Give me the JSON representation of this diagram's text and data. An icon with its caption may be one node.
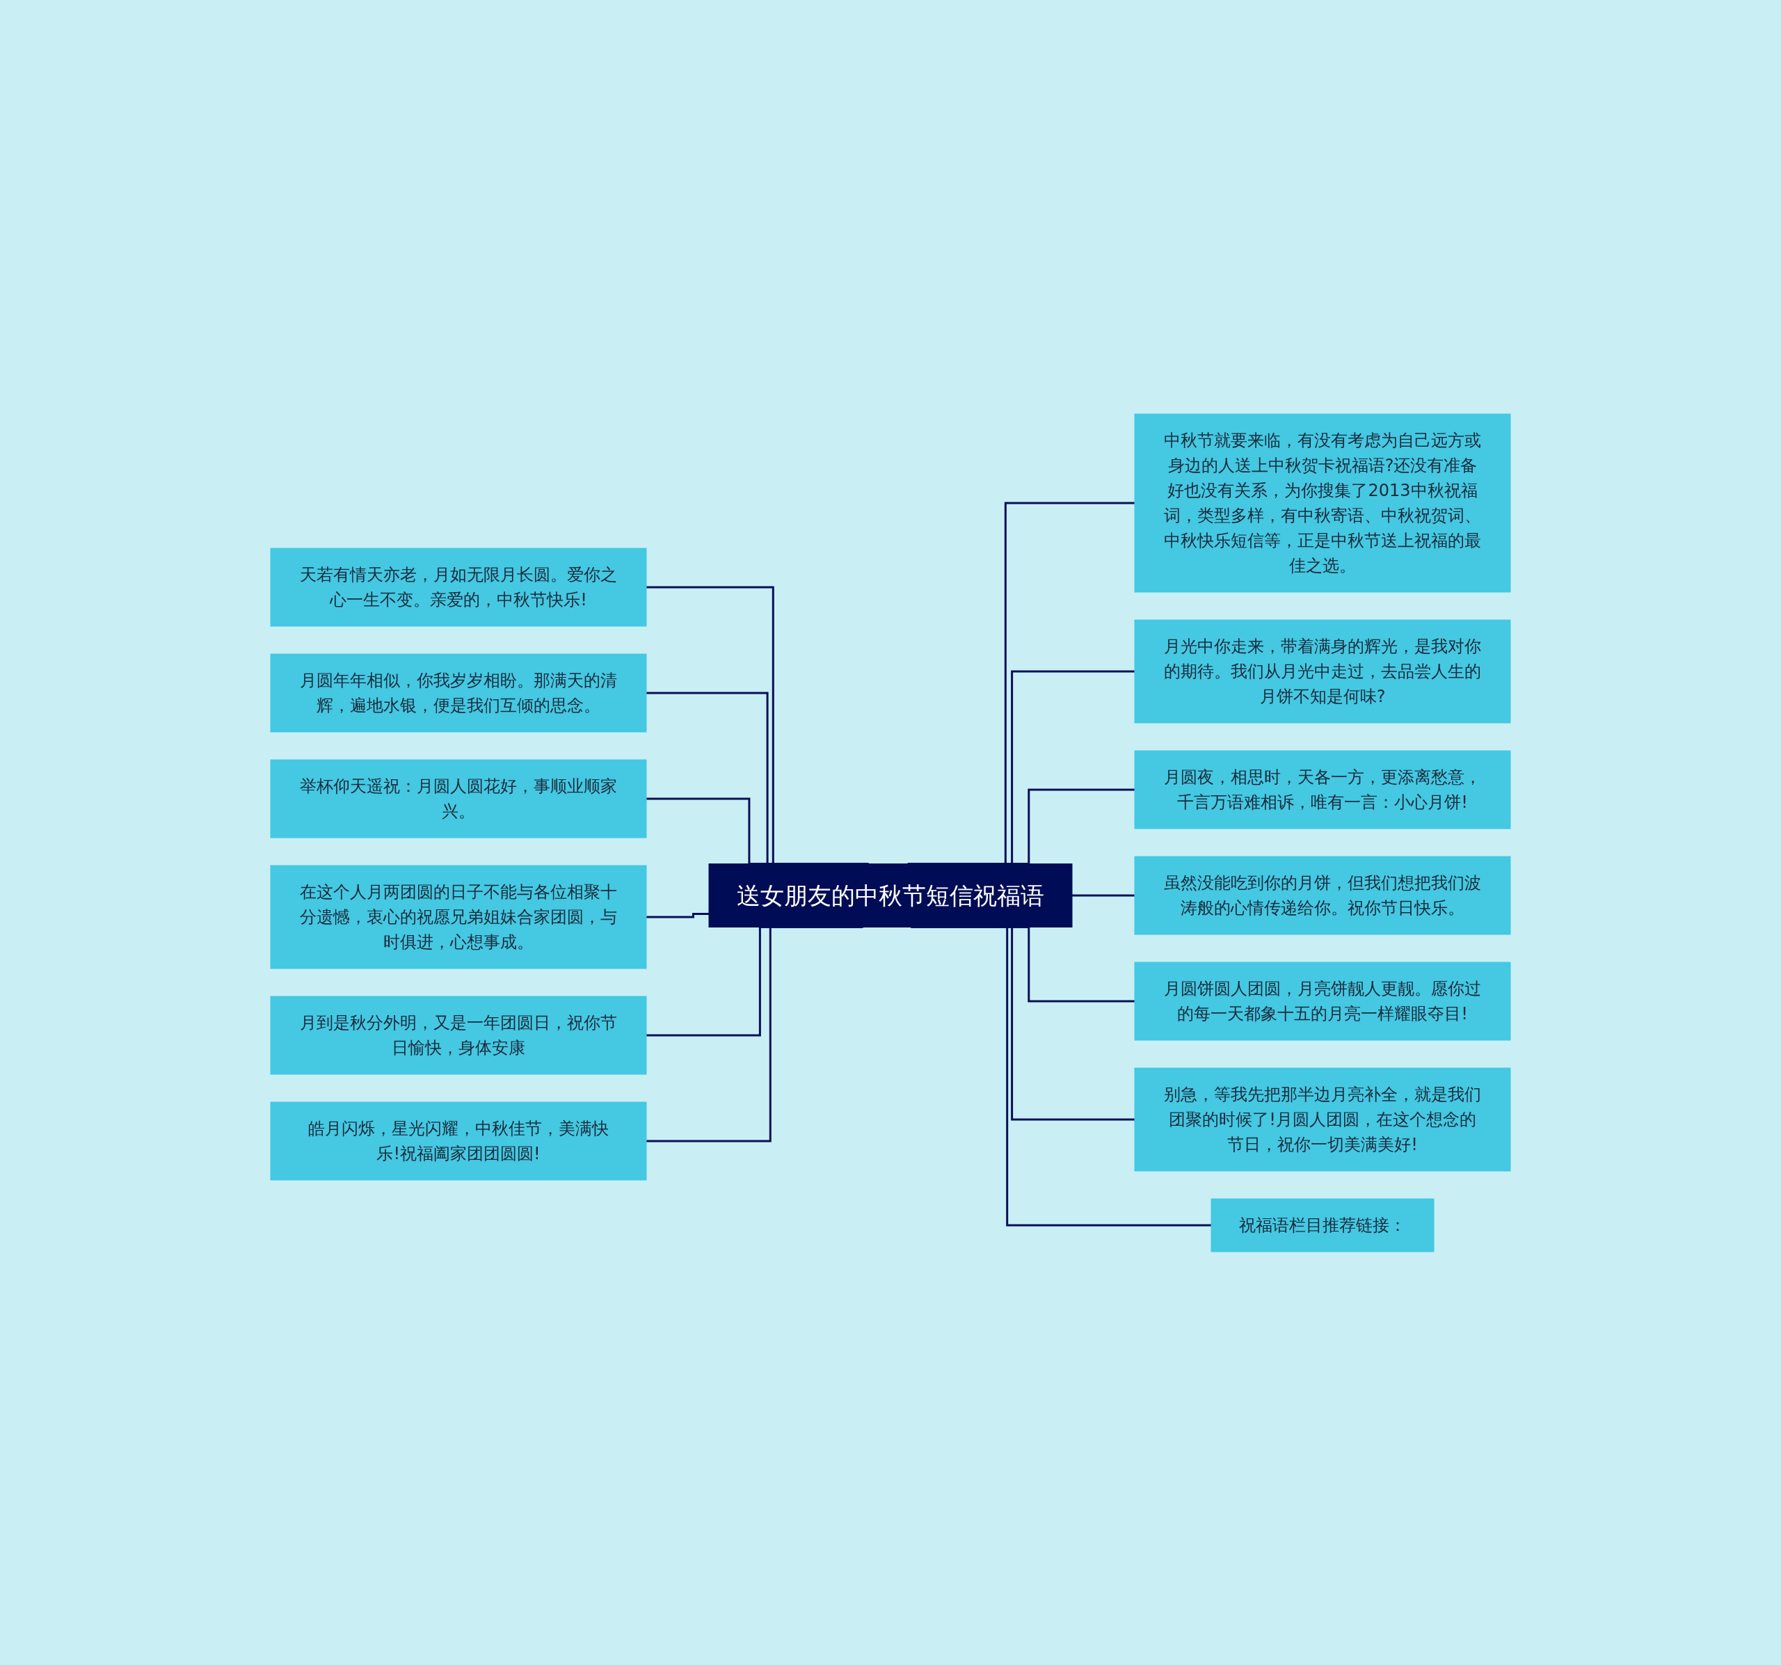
{
  "diagram": {
    "nodes": [
      {
        "text": [
          "送女朋友的中秋节短信祝福语"
        ]
      },
      {
        "text": [
          "天若有情天亦老，月如无限月长圆。爱你之心一生不变。亲爱的，中秋节快乐!"
        ]
      },
      {
        "text": [
          "月圆年年相似，你我岁岁相盼。那满天的清辉，遍地水银，便是我们互倾的思念。"
        ]
      },
      {
        "text": [
          "举杯仰天遥祝：月圆人圆花好，事顺业顺家兴。"
        ]
      },
      {
        "text": [
          "在这个人月两团圆的日子不能与各位相聚十分遗憾，衷心的祝愿兄弟姐妹合家团圆，与时俱进，心想事成。"
        ]
      },
      {
        "text": [
          "月到是秋分外明，又是一年团圆日，祝你节日愉快，身体安康"
        ]
      },
      {
        "text": [
          "皓月闪烁，星光闪耀，中秋佳节，美满快乐!祝福阖家团团圆圆!"
        ]
      },
      {
        "text": [
          "中秋节就要来临，有没有考虑为自己远方或身边的人送上中秋贺卡祝福语?还没有准备好也没有关系，为你搜集了2013中秋祝福词，类型多样，有中秋寄语、中秋祝贺词、中秋快乐短信等，正是中秋节送上祝福的最佳之选。"
        ]
      },
      {
        "text": [
          "月光中你走来，带着满身的辉光，是我对你的期待。我们从月光中走过，去品尝人生的月饼不知是何味?"
        ]
      },
      {
        "text": [
          "月圆夜，相思时，天各一方，更添离愁意，千言万语难相诉，唯有一言：小心月饼!"
        ]
      },
      {
        "text": [
          "虽然没能吃到你的月饼，但我们想把我们波涛般的心情传递给你。祝你节日快乐。"
        ]
      },
      {
        "text": [
          "月圆饼圆人团圆，月亮饼靓人更靓。愿你过的每一天都象十五的月亮一样耀眼夺目!"
        ]
      },
      {
        "text": [
          "别急，等我先把那半边月亮补全，就是我们团聚的时候了!月圆人团圆，在这个想念的节日，祝你一切美满美好!"
        ]
      },
      {
        "text": [
          "祝福语栏目推荐链接："
        ]
      }
    ],
    "edges": [
      {
        "from": 0,
        "to": 1,
        "arrow": "none"
      },
      {
        "from": 0,
        "to": 2,
        "arrow": "none"
      },
      {
        "from": 0,
        "to": 3,
        "arrow": "none"
      },
      {
        "from": 0,
        "to": 4,
        "arrow": "none"
      },
      {
        "from": 0,
        "to": 5,
        "arrow": "none"
      },
      {
        "from": 0,
        "to": 6,
        "arrow": "none"
      },
      {
        "from": 0,
        "to": 7,
        "arrow": "none"
      },
      {
        "from": 0,
        "to": 8,
        "arrow": "none"
      },
      {
        "from": 0,
        "to": 9,
        "arrow": "none"
      },
      {
        "from": 0,
        "to": 10,
        "arrow": "none"
      },
      {
        "from": 0,
        "to": 11,
        "arrow": "none"
      },
      {
        "from": 0,
        "to": 12,
        "arrow": "none"
      },
      {
        "from": 0,
        "to": 13,
        "arrow": "none"
      }
    ]
  }
}
